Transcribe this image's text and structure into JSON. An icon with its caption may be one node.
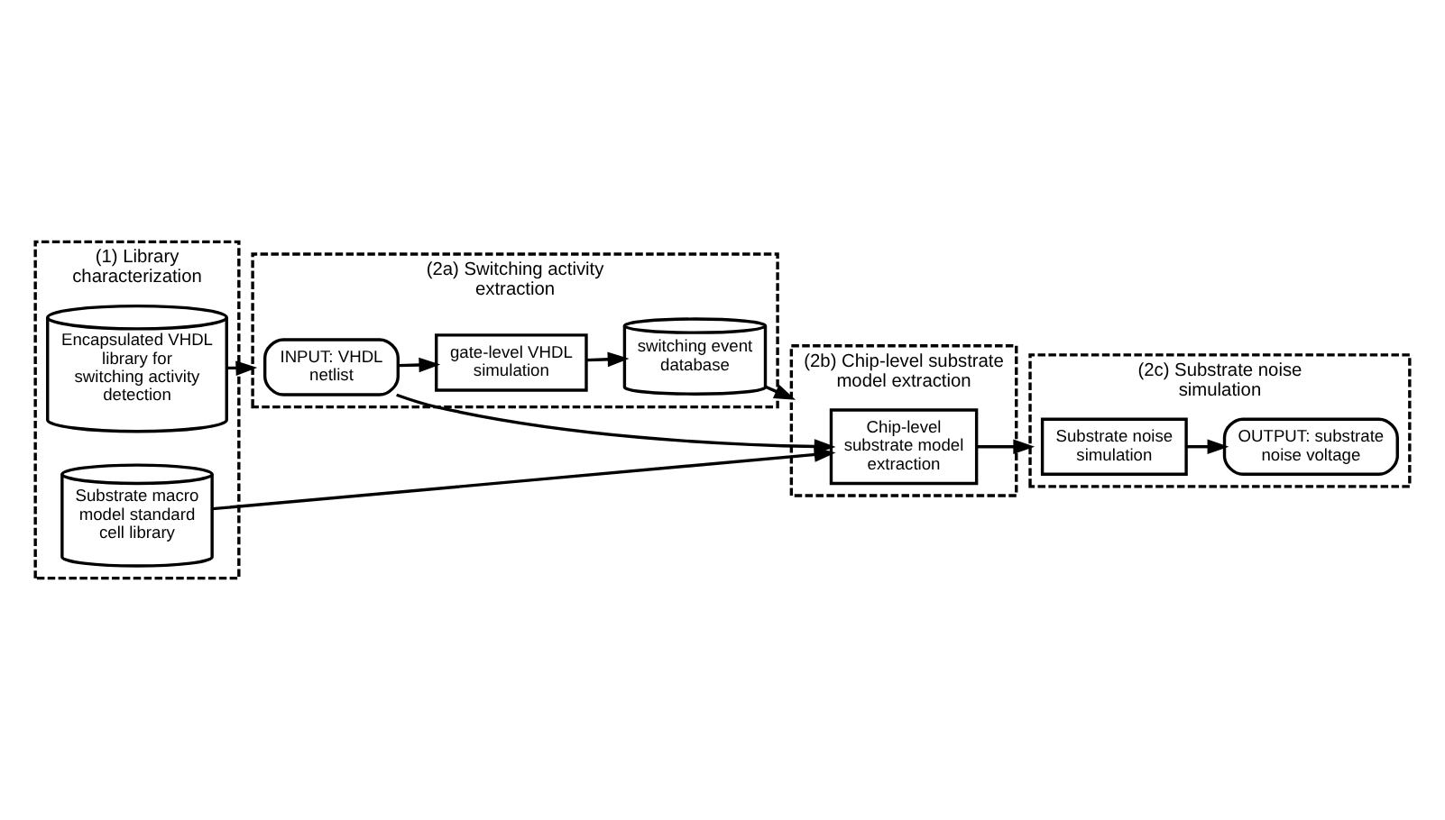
{
  "diagram": {
    "nodes": [
      {
        "text": [
          "(1) Library characterization"
        ]
      },
      {
        "text": [
          "Encapsulated VHDL library for switching activity detection"
        ],
        "in": 0
      },
      {
        "text": [
          "Substrate macro model standard cell library"
        ],
        "in": 0
      },
      {
        "text": [
          "(2a) Switching activity extraction"
        ]
      },
      {
        "text": [
          "INPUT: VHDL netlist"
        ],
        "in": 3
      },
      {
        "text": [
          "gate-level VHDL simulation"
        ],
        "in": 3
      },
      {
        "text": [
          "switching event database"
        ],
        "in": 3
      },
      {
        "text": [
          "(2b) Chip-level substrate model extraction"
        ]
      },
      {
        "text": [
          "Chip-level substrate model extraction"
        ],
        "in": 7
      },
      {
        "text": [
          "(2c) Substrate noise simulation"
        ]
      },
      {
        "text": [
          "Substrate noise simulation"
        ],
        "in": 9
      },
      {
        "text": [
          "OUTPUT: substrate noise voltage"
        ],
        "in": 9
      }
    ],
    "edges": [
      {
        "from": 1,
        "to": 3,
        "arrow": "to"
      },
      {
        "from": 2,
        "to": 8,
        "arrow": "to"
      },
      {
        "from": 4,
        "to": 5,
        "arrow": "to"
      },
      {
        "from": 5,
        "to": 6,
        "arrow": "to"
      },
      {
        "from": 6,
        "to": 7,
        "arrow": "to"
      },
      {
        "from": 4,
        "to": 8,
        "arrow": "to"
      },
      {
        "from": 8,
        "to": 9,
        "arrow": "to"
      },
      {
        "from": 10,
        "to": 11,
        "arrow": "to"
      }
    ]
  }
}
